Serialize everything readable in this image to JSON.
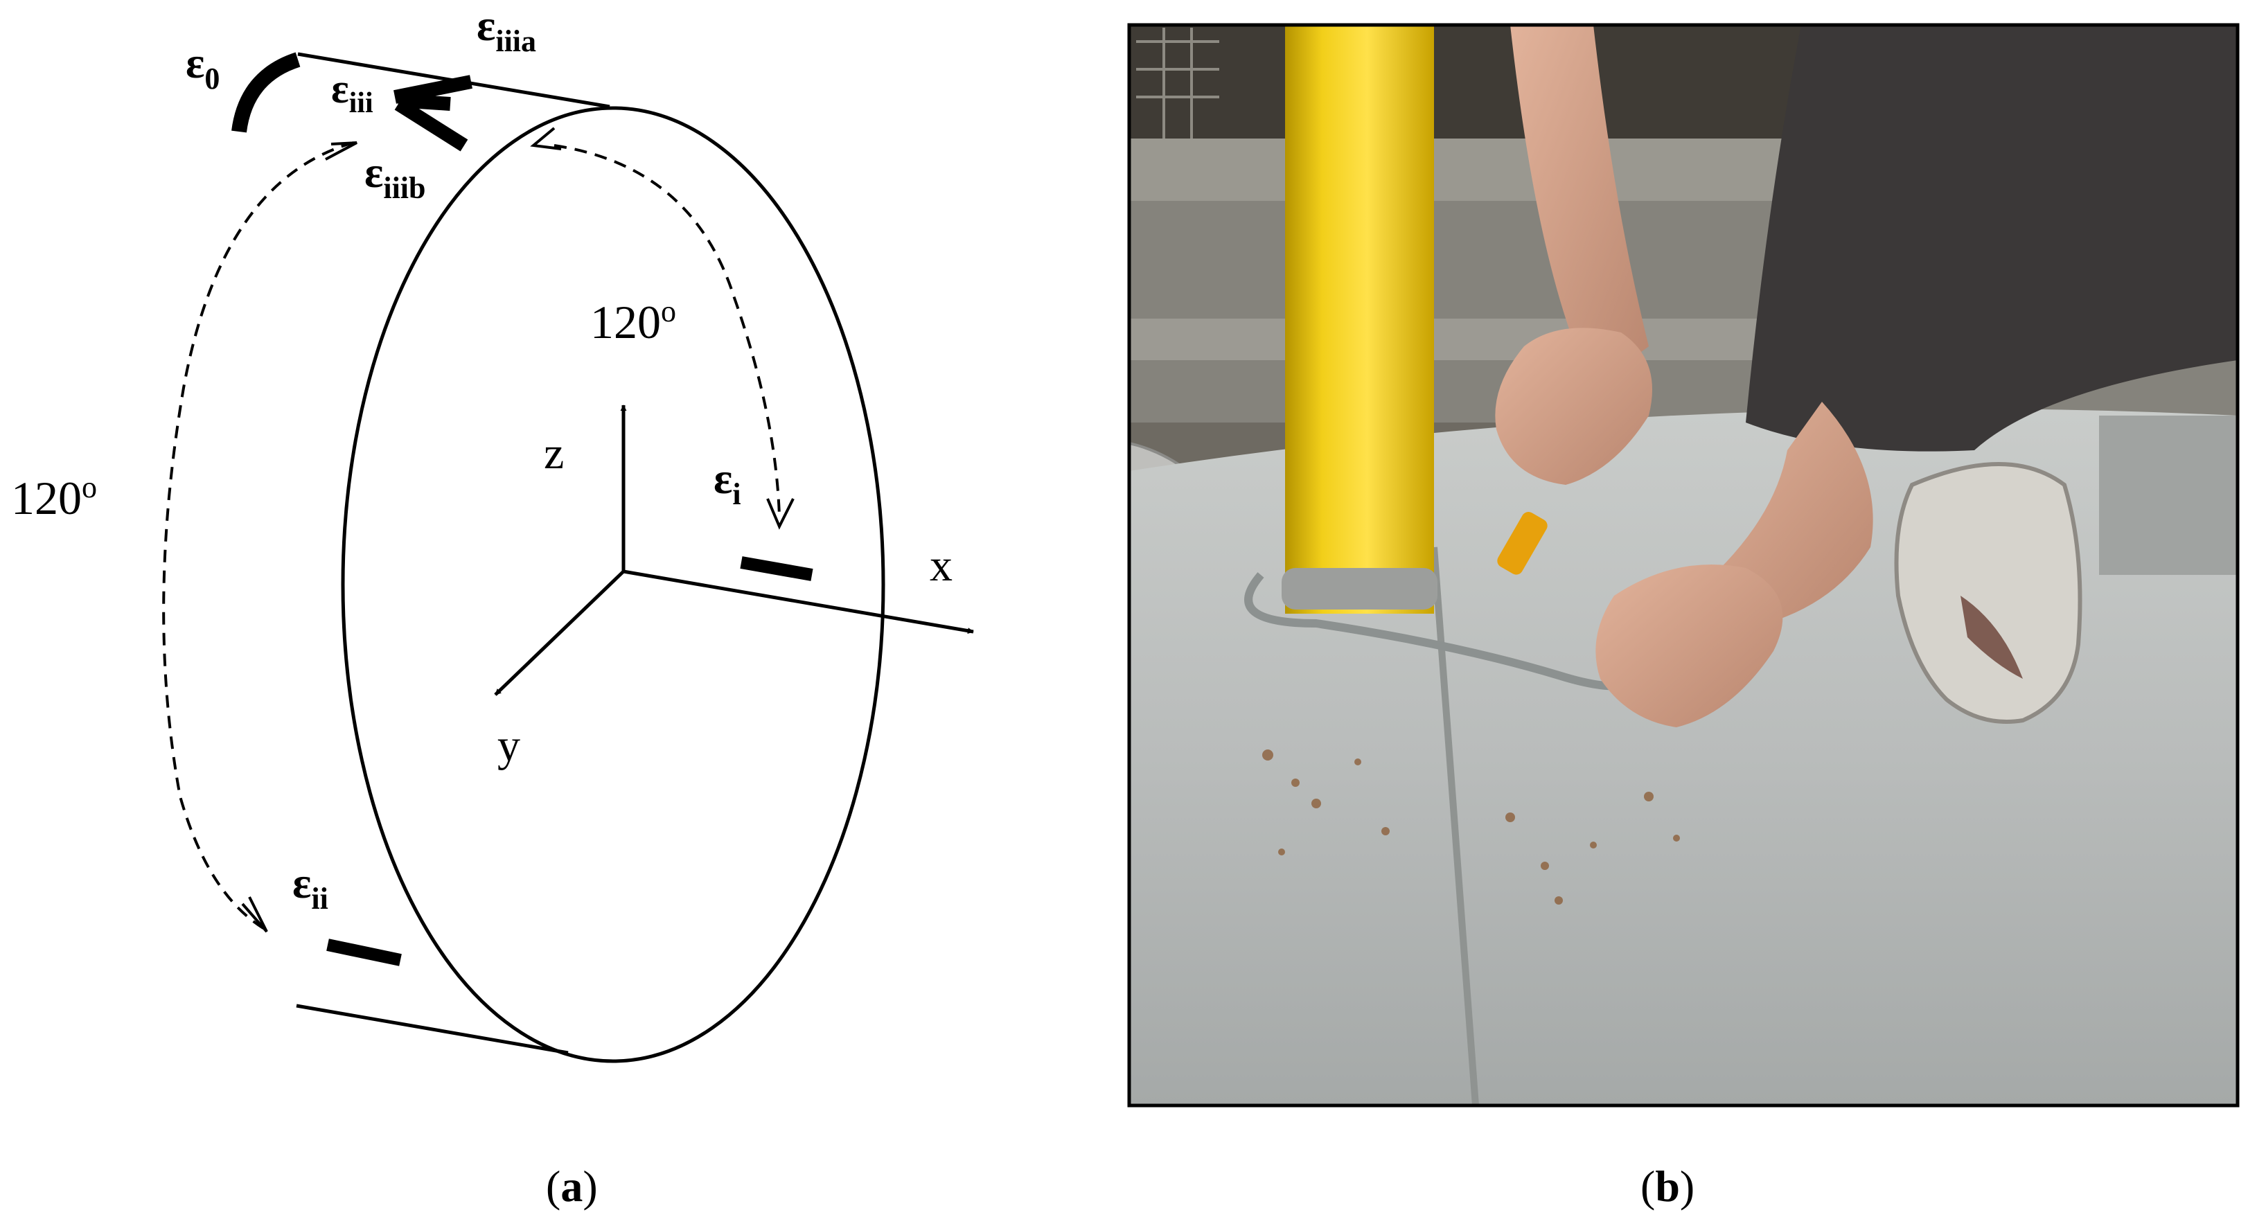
{
  "panel_a": {
    "labels": {
      "e0": {
        "main": "ε",
        "sub": "0"
      },
      "eiiia": {
        "main": "ε",
        "sub": "iiia"
      },
      "eiii": {
        "main": "ε",
        "sub": "iii"
      },
      "eiiib": {
        "main": "ε",
        "sub": "iiib"
      },
      "ei": {
        "main": "ε",
        "sub": "i"
      },
      "eii": {
        "main": "ε",
        "sub": "ii"
      }
    },
    "angle_right": {
      "value": "120",
      "unit": "o"
    },
    "angle_left": {
      "value": "120",
      "unit": "o"
    },
    "axes": {
      "x": "x",
      "y": "y",
      "z": "z"
    }
  },
  "panel_b": {
    "photo_subject": "hands installing a strain gauge cable on a pipe near a yellow post"
  },
  "captions": {
    "a": {
      "open": "(",
      "letter": "a",
      "close": ")"
    },
    "b": {
      "open": "(",
      "letter": "b",
      "close": ")"
    }
  }
}
